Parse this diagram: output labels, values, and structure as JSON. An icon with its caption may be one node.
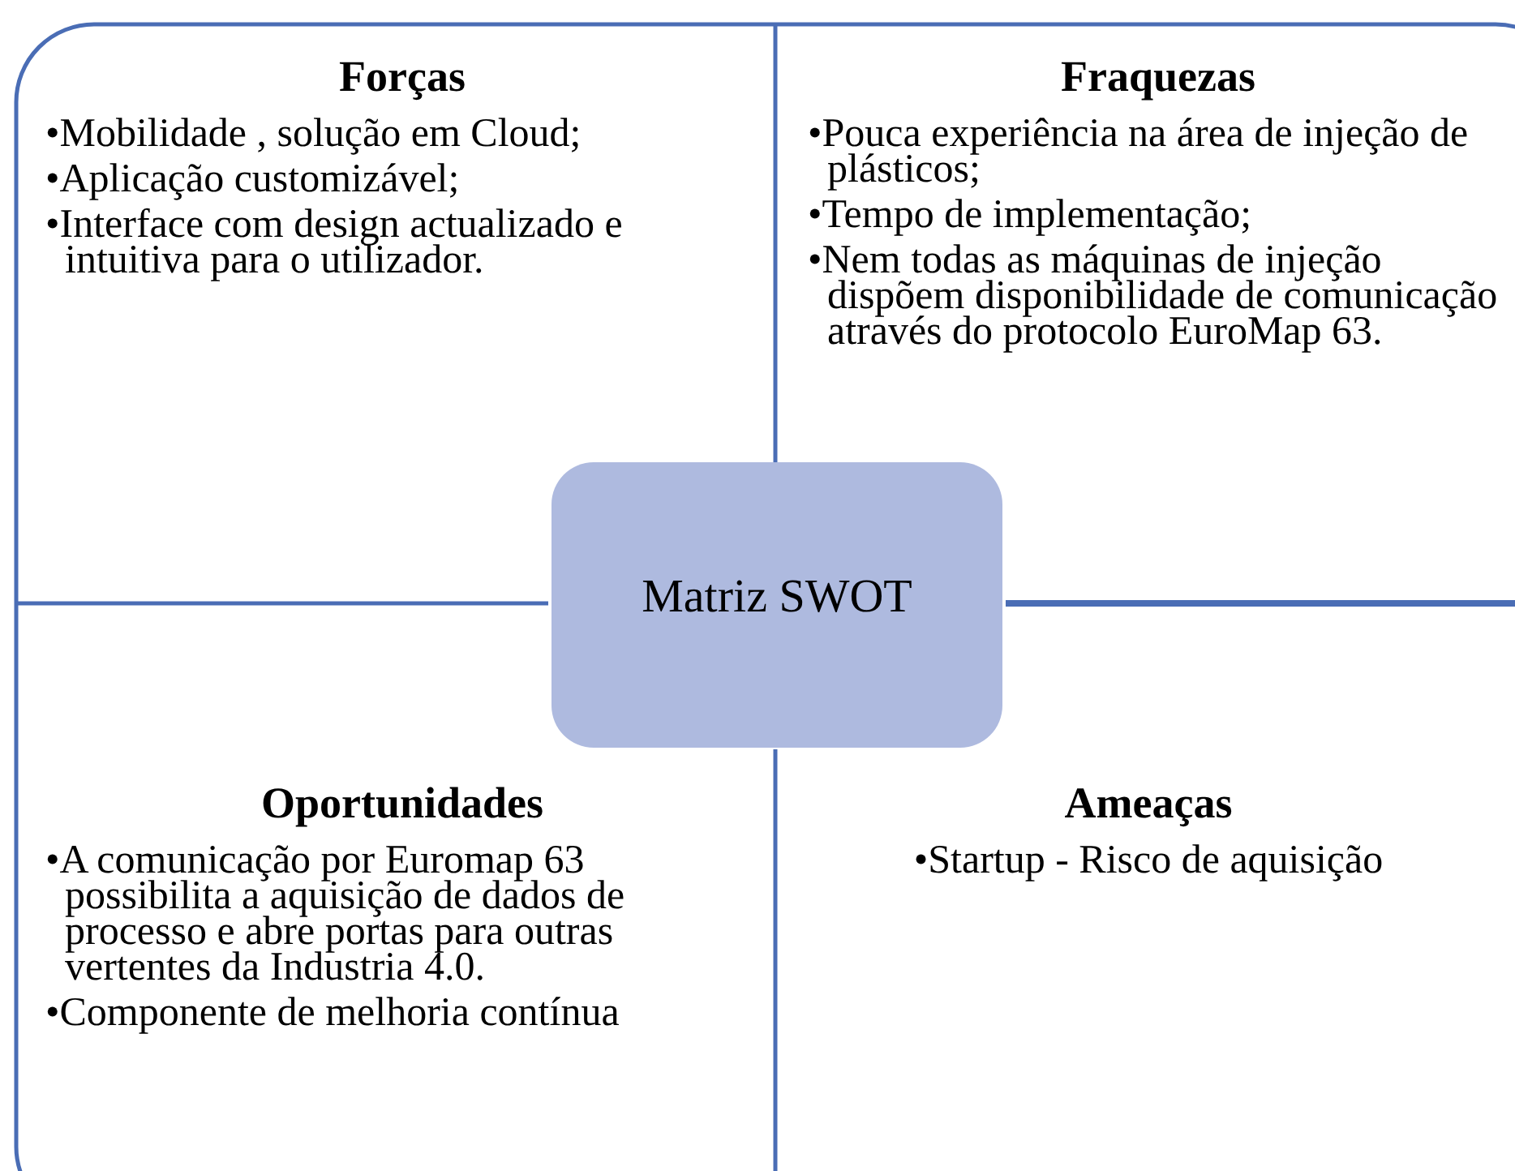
{
  "diagram": {
    "nodes": [
      {
        "text": [
          "Forças",
          "•Mobilidade , solução em Cloud;",
          "•Aplicação customizável;",
          "•Interface com design actualizado e intuitiva para o utilizador."
        ]
      },
      {
        "text": [
          "Fraquezas",
          "•Pouca experiência na área de injeção de plásticos;",
          "•Tempo de implementação;",
          "•Nem todas as máquinas de injeção dispõem disponibilidade de comunicação através do protocolo EuroMap 63."
        ]
      },
      {
        "text": [
          "Matriz SWOT"
        ]
      },
      {
        "text": [
          "Oportunidades",
          "•A comunicação por Euromap 63 possibilita a aquisição de dados de processo e abre portas para outras vertentes da Industria 4.0.",
          "•Componente de melhoria contínua"
        ]
      },
      {
        "text": [
          "Ameaças",
          "•Startup - Risco de aquisição"
        ]
      }
    ]
  }
}
